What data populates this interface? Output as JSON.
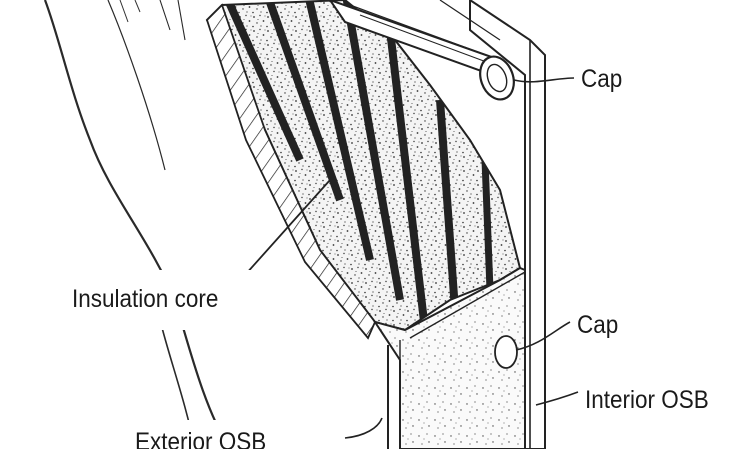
{
  "diagram": {
    "labels": {
      "cap_top": "Cap",
      "cap_mid": "Cap",
      "interior_osb": "Interior OSB",
      "insulation_core": "Insulation core",
      "exterior_osb": "Exterior OSB"
    },
    "colors": {
      "ink": "#2a2a2a",
      "paper": "#ffffff",
      "label_text": "#1a1a1a"
    }
  }
}
